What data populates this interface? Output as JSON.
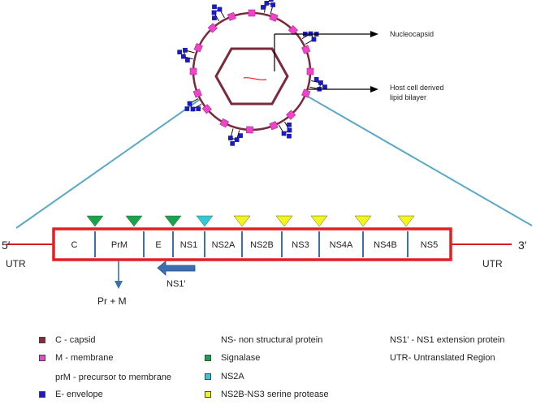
{
  "virion": {
    "label_nucleocapsid": "Nucleocapsid",
    "label_lipid_line1": "Host cell derived",
    "label_lipid_line2": "lipid bilayer"
  },
  "genome": {
    "five_prime": "5′",
    "three_prime": "3′",
    "utr_left": "UTR",
    "utr_right": "UTR",
    "genes": [
      "C",
      "PrM",
      "E",
      "NS1",
      "NS2A",
      "NS2B",
      "NS3",
      "NS4A",
      "NS4B",
      "NS5"
    ],
    "cleavage_markers": [
      "signalase",
      "signalase",
      "signalase",
      "ns2a",
      "protease",
      "protease",
      "protease",
      "protease",
      "protease"
    ],
    "ns1_extension": "NS1′",
    "prm_product": "Pr + M"
  },
  "colors": {
    "signalase": "#1aa34a",
    "ns2a": "#33c8d8",
    "protease": "#f5f51e",
    "capsid": "#8b2a3a",
    "membrane": "#ee44cc",
    "envelope": "#1a1acc",
    "genome_box": "#e02020",
    "divider": "#3a6fb4",
    "zoom_line": "#5aa8c8"
  },
  "legend": {
    "capsid": "C - capsid",
    "membrane": "M - membrane",
    "prm": "prM  - precursor to membrane",
    "envelope": "E- envelope",
    "ns": "NS- non structural protein",
    "signalase": "Signalase",
    "ns2a": "NS2A",
    "protease": "NS2B-NS3 serine protease",
    "ns1ext": "NS1′ - NS1 extension protein",
    "utr": "UTR- Untranslated Region"
  }
}
